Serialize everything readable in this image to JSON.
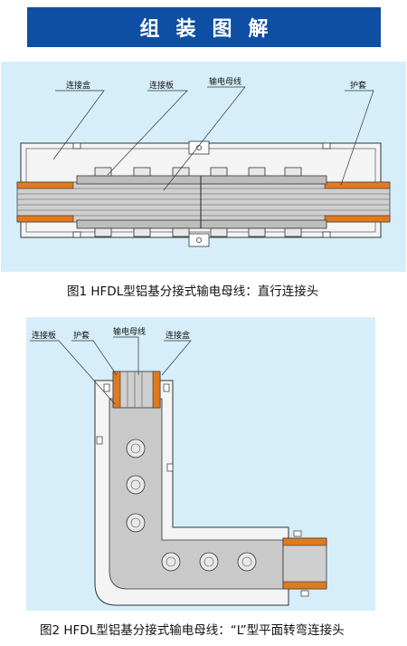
{
  "page": {
    "title": "组装图解"
  },
  "figure1": {
    "caption": "图1 HFDL型铝基分接式输电母线：直行连接头",
    "labels": {
      "connection_box": "连接盒",
      "connection_plate": "连接板",
      "busbar": "输电母线",
      "sleeve": "护套"
    }
  },
  "figure2": {
    "caption": "图2 HFDL型铝基分接式输电母线：“L”型平面转弯连接头",
    "labels": {
      "connection_plate": "连接板",
      "sleeve": "护套",
      "busbar": "输电母线",
      "connection_box": "连接盒"
    }
  },
  "colors": {
    "banner": "#0e4ea3",
    "figure_bg": "#d6eefa",
    "sleeve": "#e07a1e",
    "plate": "#c9c9c9"
  }
}
